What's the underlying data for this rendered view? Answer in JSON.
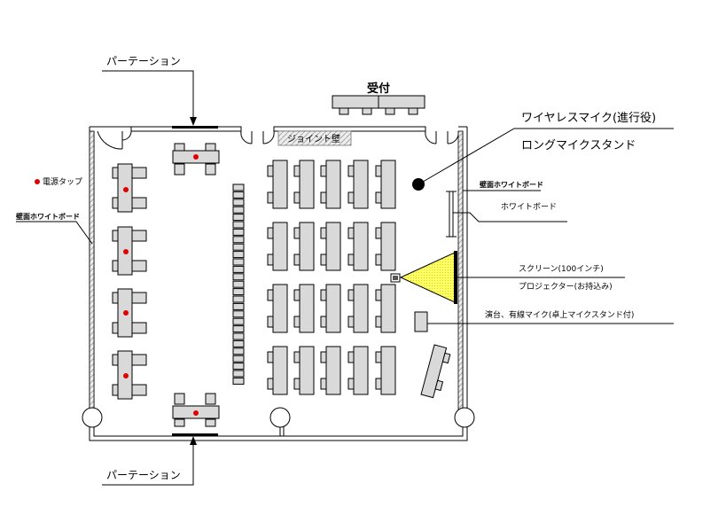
{
  "labels": {
    "partition_top": "パーテーション",
    "partition_bottom": "パーテーション",
    "reception": "受付",
    "joint_wall": "ジョイント壁",
    "wireless_mic": "ワイヤレスマイク(進行役)",
    "long_mic_stand": "ロングマイクスタンド",
    "power_tap": "電源タップ",
    "wall_whiteboard_left": "壁面ホワイトボード",
    "wall_whiteboard_right": "壁面ホワイトボード",
    "whiteboard": "ホワイトボード",
    "screen": "スクリーン(100インチ)",
    "projector": "プロジェクター(お持込み)",
    "podium": "演台、有線マイク(卓上マイクスタンド付)"
  },
  "colors": {
    "wall": "#bfbfbf",
    "table_fill": "#d9d9d9",
    "stroke": "#000000",
    "power_dot": "#e00000",
    "screen_fill": "#ffff66",
    "hatch": "#a6a6a6"
  }
}
